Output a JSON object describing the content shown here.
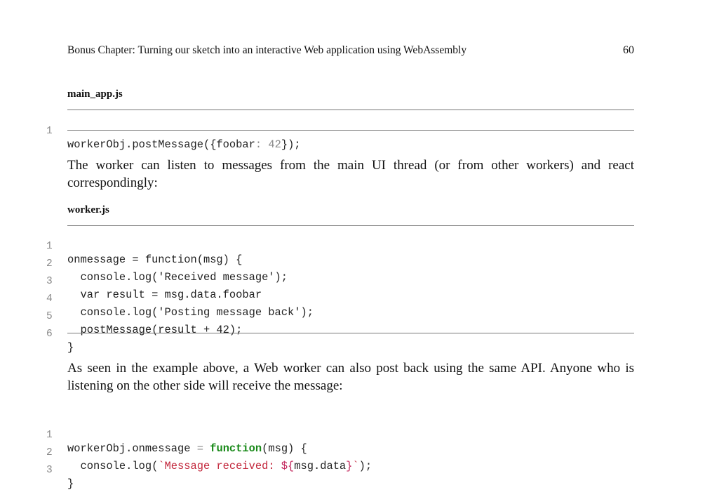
{
  "header": {
    "chapter_title": "Bonus Chapter: Turning our sketch into an interactive Web application using WebAssembly",
    "page_number": "60"
  },
  "listing1": {
    "caption": "main_app.js",
    "lines": [
      {
        "num": "1",
        "a": "workerObj.postMessage({foobar",
        "colon": ":",
        "sp": " ",
        "num_val": "42",
        "b": "});"
      }
    ]
  },
  "paragraph1": "The worker can listen to messages from the main UI thread (or from other workers) and react correspondingly:",
  "listing2": {
    "caption": "worker.js",
    "lines": [
      {
        "num": "1",
        "text": "onmessage = function(msg) {"
      },
      {
        "num": "2",
        "text": "  console.log('Received message');"
      },
      {
        "num": "3",
        "text": "  var result = msg.data.foobar"
      },
      {
        "num": "4",
        "text": "  console.log('Posting message back');"
      },
      {
        "num": "5",
        "text": "  postMessage(result + 42);"
      },
      {
        "num": "6",
        "text": "}"
      }
    ]
  },
  "paragraph2": "As seen in the example above, a Web worker can also post back using the same API. Anyone who is listening on the other side will receive the message:",
  "listing3": {
    "lines": [
      {
        "num": "1",
        "pre": "workerObj.onmessage ",
        "op": "=",
        "sp": " ",
        "kw": "function",
        "post": "(msg) {"
      },
      {
        "num": "2",
        "pre": "  console.log(",
        "str1": "`Message received: ",
        "interp_open": "${",
        "expr": "msg.data",
        "interp_close": "}",
        "str2": "`",
        "post": ");"
      },
      {
        "num": "3",
        "pre": "}"
      }
    ]
  }
}
